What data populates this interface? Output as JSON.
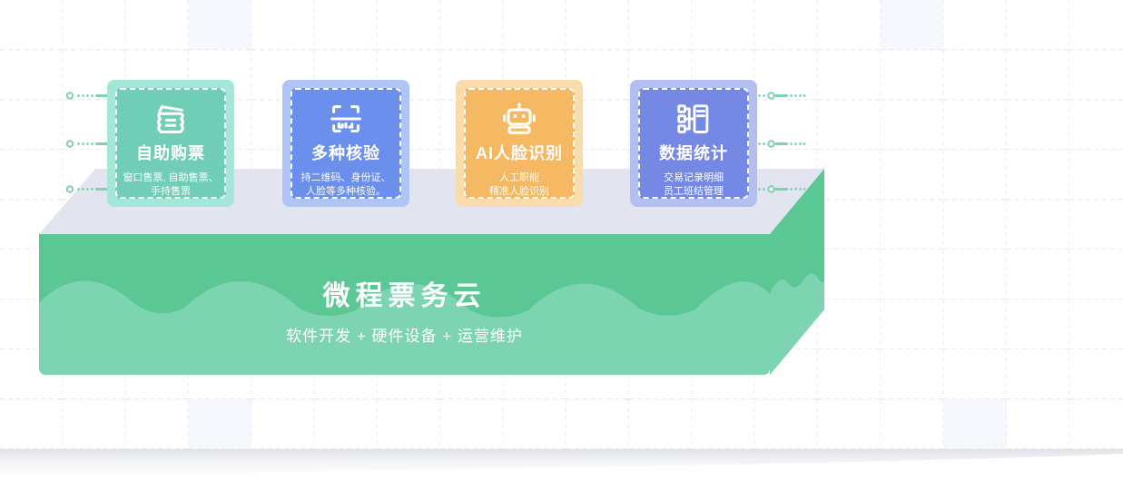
{
  "platform": {
    "title": "微程票务云",
    "subtitle": "软件开发 + 硬件设备 + 运营维护"
  },
  "cards": [
    {
      "title": "自助购票",
      "desc_lines": [
        "窗口售票, 自助售票、",
        "手持售票"
      ],
      "icon": "ticket-icon",
      "color_inner": "#70ceb6",
      "color_outer": "#a5e7d6"
    },
    {
      "title": "多种核验",
      "desc_lines": [
        "持二维码、身份证、",
        "人脸等多种核验。"
      ],
      "icon": "scan-icon",
      "color_inner": "#6b8fec",
      "color_outer": "#aec5f5"
    },
    {
      "title": "AI人脸识别",
      "desc_lines": [
        "人工职能",
        "精准人脸识别"
      ],
      "icon": "robot-icon",
      "color_inner": "#f5b863",
      "color_outer": "#f9dcac"
    },
    {
      "title": "数据统计",
      "desc_lines": [
        "交易记录明细",
        "员工班结管理"
      ],
      "icon": "stats-icon",
      "color_inner": "#7589e4",
      "color_outer": "#b3bff0"
    }
  ],
  "colors": {
    "grid_line": "#ececec",
    "grid_cell_tint": "#f5f9fe",
    "platform_top_face": "#e2e5ef",
    "platform_green_dark": "#5bc795",
    "platform_green_light": "#7dd4b1",
    "connector_green": "#7ed2af",
    "text_white": "#ffffff"
  }
}
